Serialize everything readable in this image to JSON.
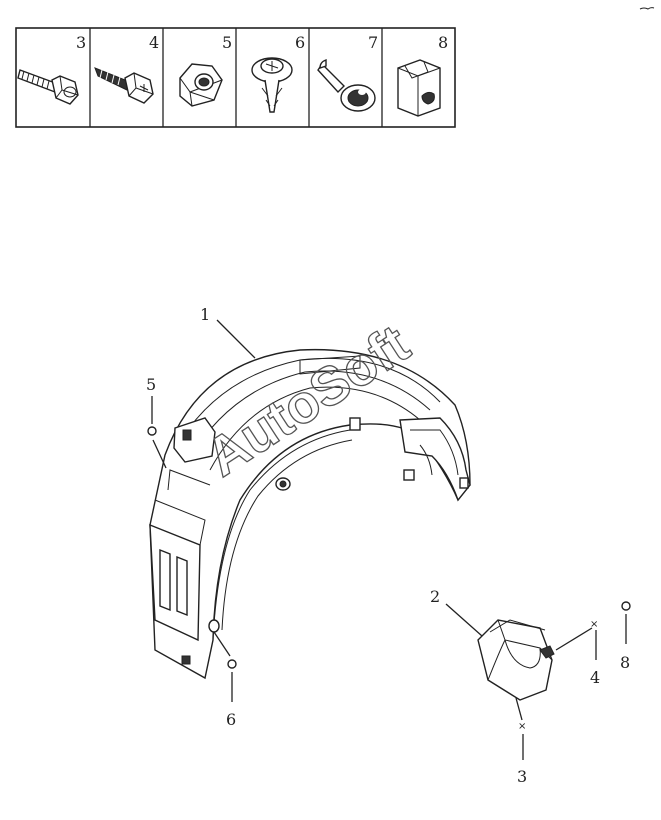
{
  "legend": {
    "cells": [
      {
        "number": "3",
        "icon": "hex-bolt-icon"
      },
      {
        "number": "4",
        "icon": "self-tapping-screw-icon"
      },
      {
        "number": "5",
        "icon": "hex-nut-icon"
      },
      {
        "number": "6",
        "icon": "push-clip-icon"
      },
      {
        "number": "7",
        "icon": "plastic-rivet-icon"
      },
      {
        "number": "8",
        "icon": "spring-nut-clip-icon"
      }
    ]
  },
  "watermark": "AutoSoft",
  "callouts": {
    "liner": "1",
    "bracket": "2",
    "bolt": "3",
    "screw": "4",
    "nut": "5",
    "clip": "6",
    "spring_nut": "8"
  }
}
